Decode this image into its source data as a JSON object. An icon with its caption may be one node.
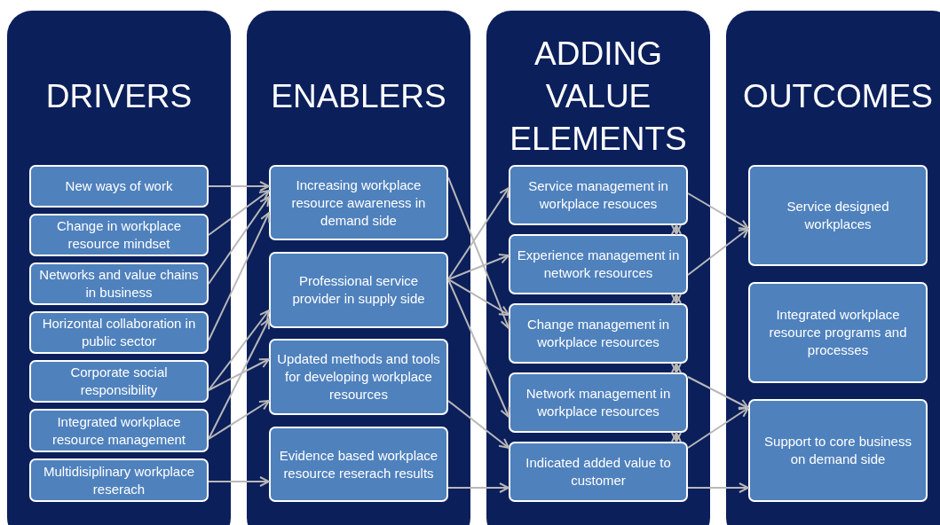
{
  "diagram": {
    "nodes": [
      {
        "text": [
          "DRIVERS"
        ]
      },
      {
        "text": [
          "New ways of work"
        ],
        "in": 0
      },
      {
        "text": [
          "Change in  workplace resource  mindset"
        ],
        "in": 0
      },
      {
        "text": [
          "Networks and value chains in business"
        ],
        "in": 0
      },
      {
        "text": [
          "Horizontal  collaboration in public sector"
        ],
        "in": 0
      },
      {
        "text": [
          "Corporate social responsibility"
        ],
        "in": 0
      },
      {
        "text": [
          "Integrated workplace resource management"
        ],
        "in": 0
      },
      {
        "text": [
          "Multidisiplinary workplace reserach"
        ],
        "in": 0
      },
      {
        "text": [
          "ENABLERS"
        ]
      },
      {
        "text": [
          "Increasing workplace resource awareness in demand side"
        ],
        "in": 8
      },
      {
        "text": [
          "Professional service provider in supply side"
        ],
        "in": 8
      },
      {
        "text": [
          "Updated methods and tools for developing workplace resources"
        ],
        "in": 8
      },
      {
        "text": [
          "Evidence based workplace resource reserach results"
        ],
        "in": 8
      },
      {
        "text": [
          "ADDING VALUE ELEMENTS"
        ]
      },
      {
        "text": [
          "Service management in workplace resouces"
        ],
        "in": 13
      },
      {
        "text": [
          "Experience management in network resources"
        ],
        "in": 13
      },
      {
        "text": [
          "Change management in workplace resources"
        ],
        "in": 13
      },
      {
        "text": [
          "Network management in workplace resources"
        ],
        "in": 13
      },
      {
        "text": [
          "Indicated added value to customer"
        ],
        "in": 13
      },
      {
        "text": [
          "OUTCOMES"
        ]
      },
      {
        "text": [
          "Service designed workplaces"
        ],
        "in": 19
      },
      {
        "text": [
          "Integrated workplace resource programs and processes"
        ],
        "in": 19
      },
      {
        "text": [
          "Support to core business on demand side"
        ],
        "in": 19
      }
    ],
    "edges": [
      {
        "from": 1,
        "to": 9,
        "arrow": "to"
      },
      {
        "from": 2,
        "to": 9,
        "arrow": "to"
      },
      {
        "from": 3,
        "to": 9,
        "arrow": "to"
      },
      {
        "from": 4,
        "to": 9,
        "arrow": "to"
      },
      {
        "from": 5,
        "to": 10,
        "arrow": "to"
      },
      {
        "from": 5,
        "to": 11,
        "arrow": "to"
      },
      {
        "from": 6,
        "to": 10,
        "arrow": "to"
      },
      {
        "from": 6,
        "to": 11,
        "arrow": "to"
      },
      {
        "from": 7,
        "to": 12,
        "arrow": "to"
      },
      {
        "from": 9,
        "to": 16,
        "arrow": "to"
      },
      {
        "from": 10,
        "to": 14,
        "arrow": "to"
      },
      {
        "from": 10,
        "to": 15,
        "arrow": "to"
      },
      {
        "from": 10,
        "to": 16,
        "arrow": "to"
      },
      {
        "from": 10,
        "to": 17,
        "arrow": "to"
      },
      {
        "from": 11,
        "to": 18,
        "arrow": "to"
      },
      {
        "from": 12,
        "to": 18,
        "arrow": "to"
      },
      {
        "from": 14,
        "to": 15,
        "arrow": "both"
      },
      {
        "from": 15,
        "to": 16,
        "arrow": "both"
      },
      {
        "from": 16,
        "to": 17,
        "arrow": "both"
      },
      {
        "from": 17,
        "to": 18,
        "arrow": "both"
      },
      {
        "from": 14,
        "to": 20,
        "arrow": "to"
      },
      {
        "from": 15,
        "to": 20,
        "arrow": "to"
      },
      {
        "from": 17,
        "to": 22,
        "arrow": "to"
      },
      {
        "from": 18,
        "to": 22,
        "arrow": "to"
      },
      {
        "from": 18,
        "to": 22,
        "arrow": "to"
      }
    ]
  }
}
